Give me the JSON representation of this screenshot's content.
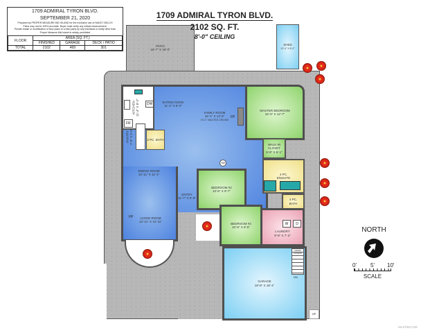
{
  "info_box": {
    "address": "1709 ADMIRAL TYRON BLVD.",
    "date": "SEPTEMBER 21, 2020",
    "disclaimer_1": "Prepared by PROPER MEASURE MID ISLAND for the exclusive use of NANCY BOLCH",
    "disclaimer_2": "Plans may not be 100% accurate.  Buyer must verify any critical measurement.",
    "disclaimer_3": "Private resale  or modification of floor plans to a third party by any individual or entity other than",
    "disclaimer_4": "Proper Measure Mid Island is strictly prohibited",
    "col_floor": "FLOOR",
    "col_area": "AREA (SQ. FT.)",
    "col_finished": "FINISHED",
    "col_garage": "GARAGE",
    "col_deck": "DECK / PATIO",
    "row_label": "TOTAL",
    "finished": "2102",
    "garage": "469",
    "deck": "301"
  },
  "header": {
    "address": "1709 ADMIRAL TYRON BLVD.",
    "sqft": "2102 SQ. FT.",
    "ceiling": "8'-0\" CEILING"
  },
  "rooms": {
    "patio": {
      "name": "PATIO",
      "dim": "16'-7\" X 18'-0\""
    },
    "shed": {
      "name": "SHED",
      "dim": "12'-4\" X 6'-2\""
    },
    "eating_nook": {
      "name": "EATING NOOK",
      "dim": "11'-4\" X 9'-0\""
    },
    "kitchen": {
      "name": "KITCHEN",
      "dim": "11'-4\" X 8'-2\""
    },
    "family_room": {
      "name": "FAMILY ROOM",
      "dim": "15'-1\" X 14'-5\"",
      "note": "10'-2\" VAULTED CEILING"
    },
    "master_bedroom": {
      "name": "MASTER BEDROOM",
      "dim": "16'-0\" X 12'-7\""
    },
    "walk_in_closet": {
      "name": "WALK-IN CLOSET",
      "dim": "5'-9\" X 5'-1\""
    },
    "ensuite": {
      "name": "4 PC. ENSUITE"
    },
    "bath_4pc": {
      "name": "4 PC. BATH"
    },
    "bath_2pc": {
      "name": "2 PC. BATH"
    },
    "pantry": {
      "name": "PANTRY",
      "dim": "7'-9\" X 5'-0\""
    },
    "dining_room": {
      "name": "DINING ROOM",
      "dim": "12'-11\" X 11'-1\""
    },
    "entry": {
      "name": "ENTRY",
      "dim": "11'-7\" X 6'-8\""
    },
    "living_room": {
      "name": "LIVING ROOM",
      "dim": "12'-11\" X 12'-11\""
    },
    "bedroom_2": {
      "name": "BEDROOM #2",
      "dim": "10'-8\" X 9'-7\""
    },
    "bedroom_3": {
      "name": "BEDROOM #3",
      "dim": "10'-8\" X 9'-5\""
    },
    "laundry": {
      "name": "LAUNDRY",
      "dim": "9'-9\" X 7'-2\""
    },
    "garage": {
      "name": "GARAGE",
      "dim": "19'-8\" X 18'-1\""
    }
  },
  "fixtures": {
    "fireplace": "FP",
    "dishwasher": "DW",
    "fridge": "FR",
    "hot_water": "HW",
    "washer": "W",
    "dryer": "D",
    "crawl_access": "CRAWL ACCESS",
    "up": "DN",
    "heat_pump": "HP"
  },
  "compass": {
    "label": "NORTH"
  },
  "scale": {
    "label": "SCALE",
    "ticks": [
      "0'",
      "5'",
      "10'"
    ]
  },
  "mls": "MLS®841759",
  "colors": {
    "living": "#4d82df",
    "bedroom": "#8ed36b",
    "bath": "#efe08a",
    "laundry": "#eaa2b4",
    "garage": "#7ccff3",
    "exterior": "#b7b7b7"
  }
}
